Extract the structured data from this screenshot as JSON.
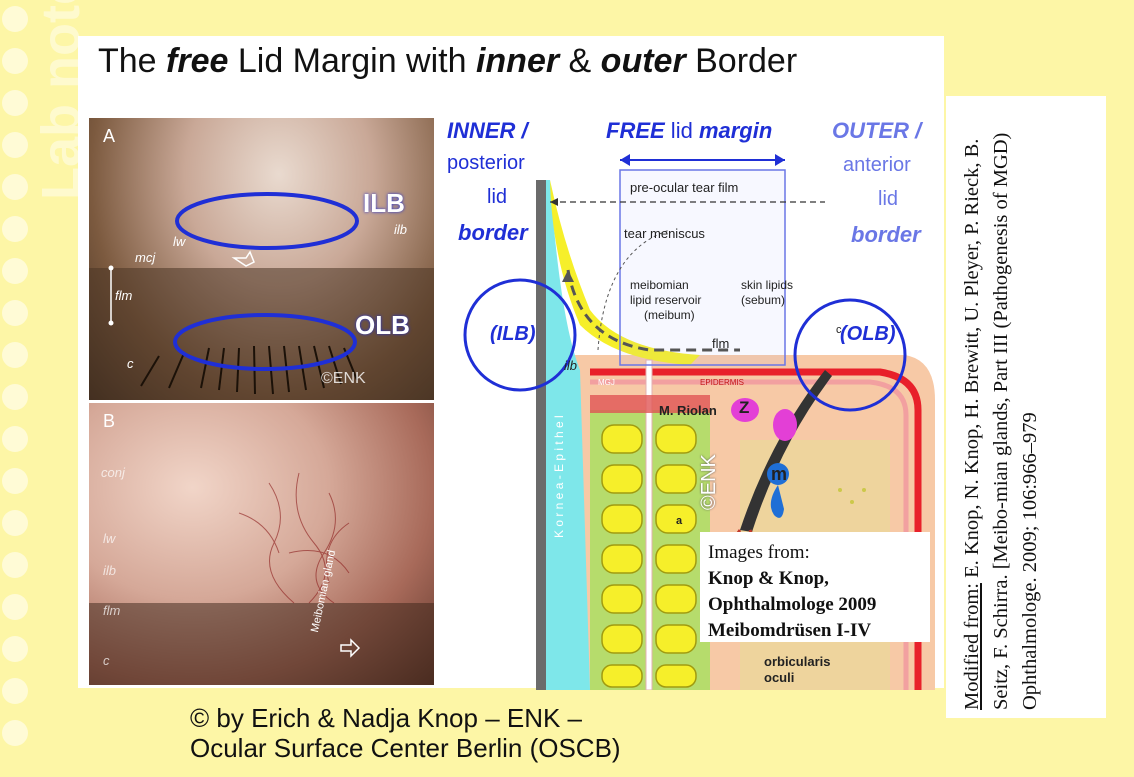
{
  "title": {
    "part1": "The ",
    "free": "free",
    "part2": " Lid Margin with ",
    "inner": "inner",
    "amp": " & ",
    "outer": "outer",
    "part3": " Border"
  },
  "side_watermark": "Lab notes",
  "photo_a": {
    "label": "A",
    "ilb": "ILB",
    "olb": "OLB",
    "ilb_small": "ilb",
    "lw": "lw",
    "mcj": "mcj",
    "flm": "flm",
    "c": "c",
    "copyright": "©ENK"
  },
  "photo_b": {
    "label": "B",
    "conj": "conj",
    "lw": "lw",
    "ilb": "ilb",
    "flm": "flm",
    "c": "c",
    "gland": "Meibomian gland"
  },
  "diagram": {
    "inner_title": "INNER /",
    "inner_sub1": "posterior",
    "inner_sub2": "lid",
    "inner_sub3": "border",
    "free_bold": "FREE",
    "free_mid": " lid ",
    "free_margin": "margin",
    "outer_title": "OUTER /",
    "outer_sub1": "anterior",
    "outer_sub2": "lid",
    "outer_sub3": "border",
    "tear_film": "pre-ocular tear film",
    "tear_meniscus": "tear meniscus",
    "meibomian1": "meibomian",
    "meibomian2": "lipid reservoir",
    "meibomian3": "(meibum)",
    "skin1": "skin lipids",
    "skin2": "(sebum)",
    "flm": "flm",
    "ilb_circle": "(ILB)",
    "olb_circle": "(OLB)",
    "ilb_small": "ilb",
    "mgj": "MGJ",
    "epidermis": "EPIDERMIS",
    "cornea": "K o r n e a - E p i t h e l",
    "riolan": "M. Riolan",
    "z": "Z",
    "m": "m",
    "a": "a",
    "c": "c",
    "enk": "©ENK",
    "orbicularis1": "orbicularis",
    "orbicularis2": "oculi"
  },
  "source": {
    "line1": "Images from:",
    "line2": "Knop & Knop,",
    "line3": "Ophthalmologe 2009",
    "line4": "Meibomdrüsen I-IV"
  },
  "reference": {
    "lead": "Modified from:",
    "text": " E. Knop, N. Knop, H. Brewitt, U. Pleyer, P. Rieck, B. Seitz, F. Schirra. [Meibo-mian glands, Part III (Pathogenesis of MGD) Ophthalmologe. 2009; 106:966–979"
  },
  "credit": {
    "line1": "© by Erich & Nadja Knop – ENK –",
    "line2": "Ocular Surface Center Berlin (OSCB)"
  },
  "colors": {
    "blue": "#1f2fd6",
    "light_blue": "#6a77e6",
    "yellow": "#fdf6a6",
    "gland_yellow": "#f6ef2a",
    "skin": "#f7c9a6",
    "red": "#e8202a",
    "cyan": "#7ee7ea",
    "green": "#b6dc6c"
  }
}
